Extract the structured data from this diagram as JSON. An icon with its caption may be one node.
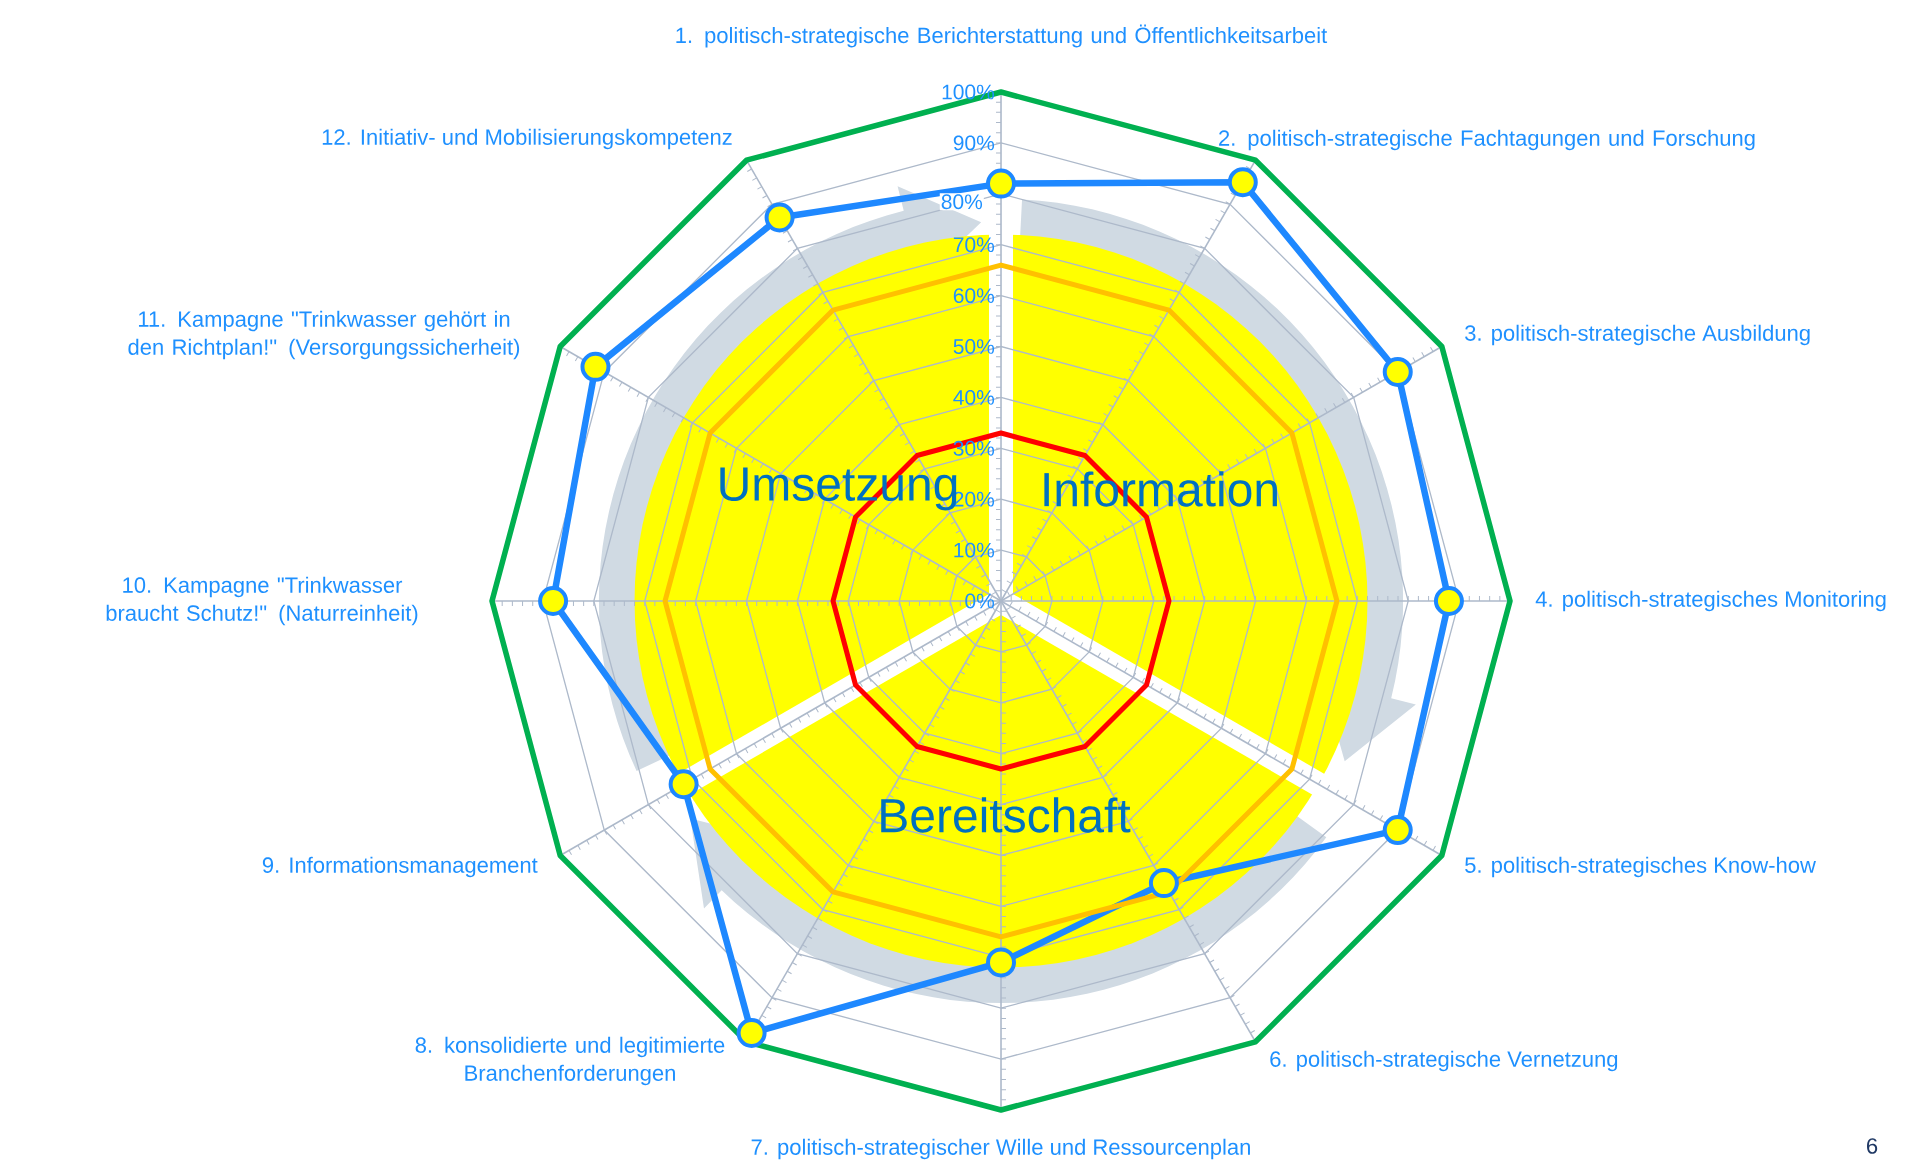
{
  "diagram": {
    "labels": [
      "1. politisch-strategische Berichterstattung und Öffentlichkeitsarbeit",
      "2. politisch-strategische Fachtagungen und Forschung",
      "3. politisch-strategische Ausbildung",
      "4. politisch-strategisches Monitoring",
      "5. politisch-strategisches Know-how",
      "6. politisch-strategische Vernetzung",
      "7. politisch-strategischer Wille und Ressourcenplan",
      "8. konsolidierte und legitimierte Branchenforderungen",
      "9. Informationsmanagement",
      "10. Kampagne \"Trinkwasser braucht Schutz!\" (Naturreinheit)",
      "11. Kampagne \"Trinkwasser gehört in den Richtplan!\" (Versorgungssicherheit)",
      "12. Initiativ- und Mobilisierungskompetenz",
      "0%",
      "10%",
      "20%",
      "30%",
      "40%",
      "50%",
      "60%",
      "70%",
      "80%",
      "90%",
      "100%",
      "Umsetzung",
      "Information",
      "Bereitschaft",
      "6"
    ]
  }
}
